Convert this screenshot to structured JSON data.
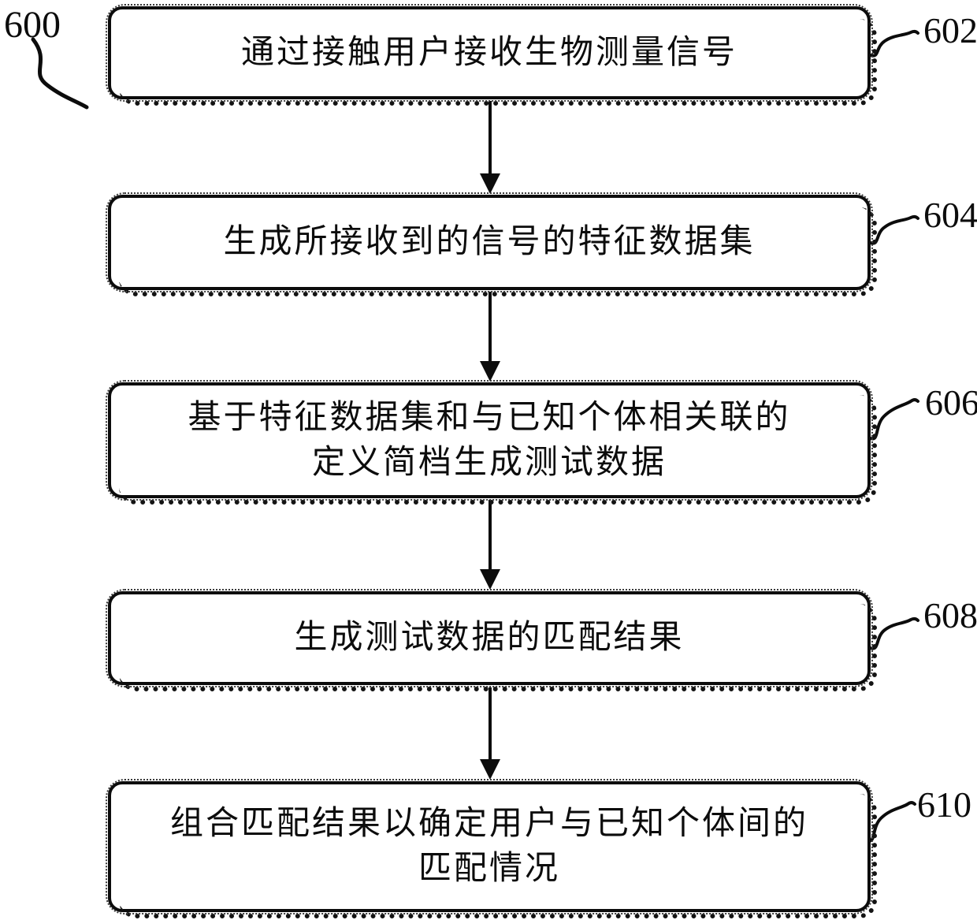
{
  "figure": {
    "label": "600",
    "steps": [
      {
        "ref": "602",
        "lines": [
          "通过接触用户接收生物测量信号"
        ]
      },
      {
        "ref": "604",
        "lines": [
          "生成所接收到的信号的特征数据集"
        ]
      },
      {
        "ref": "606",
        "lines": [
          "基于特征数据集和与已知个体相关联的",
          "定义简档生成测试数据"
        ]
      },
      {
        "ref": "608",
        "lines": [
          "生成测试数据的匹配结果"
        ]
      },
      {
        "ref": "610",
        "lines": [
          "组合匹配结果以确定用户与已知个体间的",
          "匹配情况"
        ]
      }
    ]
  }
}
